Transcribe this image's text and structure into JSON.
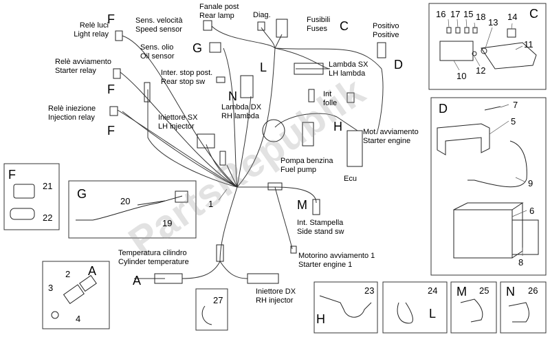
{
  "watermark": "PartsRepublik",
  "labels": {
    "rele_luci": [
      "Relè luci",
      "Light relay"
    ],
    "rele_avviamento": [
      "Relè avviamento",
      "Starter relay"
    ],
    "rele_iniezione": [
      "Relè iniezione",
      "Injection relay"
    ],
    "sens_velocita": [
      "Sens. velocità",
      "Speed sensor"
    ],
    "fanale_post": [
      "Fanale post",
      "Rear lamp"
    ],
    "diag": "Diag.",
    "fusibili": [
      "Fusibili",
      "Fuses"
    ],
    "positivo": [
      "Positivo",
      "Positive"
    ],
    "sens_olio": [
      "Sens. olio",
      "Oil sensor"
    ],
    "inter_stop": [
      "Inter. stop post.",
      "Rear stop sw"
    ],
    "lambda_sx": [
      "Lambda SX",
      "LH lambda"
    ],
    "lambda_dx": [
      "Lambda DX",
      "RH lambda"
    ],
    "int_folle": [
      "Int",
      "folle"
    ],
    "iniettore_sx": [
      "Iniettore SX",
      "LH injector"
    ],
    "mot_avviamento": [
      "Mot. avviamento",
      "Starter engine"
    ],
    "pompa_benzina": [
      "Pompa benzina",
      "Fuel pump"
    ],
    "ecu": "Ecu",
    "int_stampella": [
      "Int. Stampella",
      "Side stand sw"
    ],
    "motorino": [
      "Motorino avviamento 1",
      "Starter engine 1"
    ],
    "temperatura": [
      "Temperatura cilindro",
      "Cylinder temperature"
    ],
    "iniettore_dx": [
      "Iniettore DX",
      "RH injector"
    ]
  },
  "letters": {
    "F1": "F",
    "F2": "F",
    "F3": "F",
    "G": "G",
    "L": "L",
    "N": "N",
    "C_main": "C",
    "D_main": "D",
    "H": "H",
    "M": "M",
    "A_main": "A",
    "C_box": "C",
    "D_box": "D",
    "F_box": "F",
    "G_box": "G",
    "A_box": "A",
    "H_box": "H",
    "L_box": "L",
    "M_box": "M",
    "N_box": "N"
  },
  "numbers": {
    "n1": "1",
    "n2": "2",
    "n3": "3",
    "n4": "4",
    "n5": "5",
    "n6": "6",
    "n7": "7",
    "n8": "8",
    "n9": "9",
    "n10": "10",
    "n11": "11",
    "n12": "12",
    "n13": "13",
    "n14": "14",
    "n15": "15",
    "n16": "16",
    "n17": "17",
    "n18": "18",
    "n19": "19",
    "n20": "20",
    "n21": "21",
    "n22": "22",
    "n23": "23",
    "n24": "24",
    "n25": "25",
    "n26": "26",
    "n27": "27"
  }
}
